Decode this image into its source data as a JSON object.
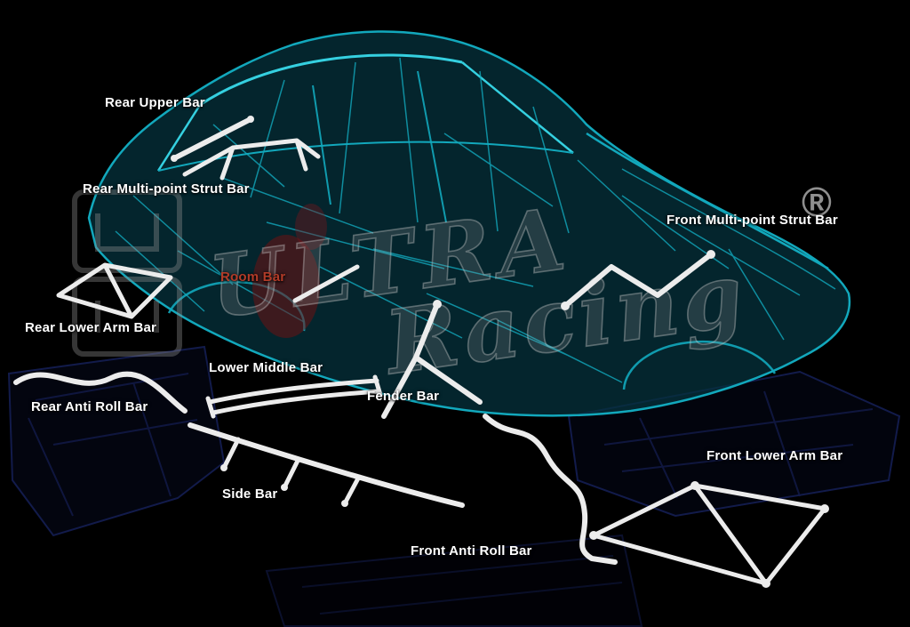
{
  "labels": [
    {
      "id": "rear-upper-bar",
      "text": "Rear Upper Bar",
      "color": "#ffffff"
    },
    {
      "id": "rear-multi-point-strut-bar",
      "text": "Rear Multi-point Strut Bar",
      "color": "#ffffff"
    },
    {
      "id": "room-bar",
      "text": "Room Bar",
      "color": "#b23b28"
    },
    {
      "id": "front-multi-point-strut-bar",
      "text": "Front Multi-point Strut Bar",
      "color": "#ffffff"
    },
    {
      "id": "rear-lower-arm-bar",
      "text": "Rear Lower Arm Bar",
      "color": "#ffffff"
    },
    {
      "id": "lower-middle-bar",
      "text": "Lower Middle Bar",
      "color": "#ffffff"
    },
    {
      "id": "fender-bar",
      "text": "Fender Bar",
      "color": "#ffffff"
    },
    {
      "id": "rear-anti-roll-bar",
      "text": "Rear Anti Roll Bar",
      "color": "#ffffff"
    },
    {
      "id": "side-bar",
      "text": "Side Bar",
      "color": "#ffffff"
    },
    {
      "id": "front-anti-roll-bar",
      "text": "Front Anti Roll Bar",
      "color": "#ffffff"
    },
    {
      "id": "front-lower-arm-bar",
      "text": "Front Lower Arm Bar",
      "color": "#ffffff"
    }
  ],
  "watermark": {
    "brand_top": "ULTRA",
    "brand_bottom": "Racing",
    "registered": "®"
  },
  "colors": {
    "background": "#000000",
    "chassis_teal": "#12a8bc",
    "chassis_fill": "#06323c",
    "bar_white": "#ececec",
    "underframe_blue": "#2a3da8",
    "room_bar_label": "#b23b28",
    "watermark_gray": "#8f8f8f"
  }
}
